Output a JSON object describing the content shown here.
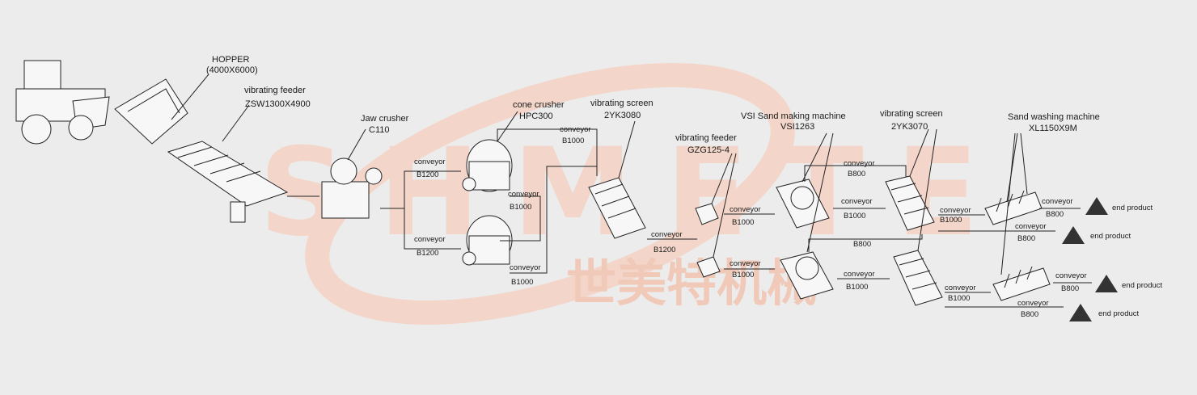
{
  "watermark": {
    "brand_latin": "SHMETE",
    "brand_cn": "世美特机械",
    "color": "#f0c9b8"
  },
  "labels": {
    "hopper": "HOPPER",
    "hopper_size": "(4000X6000)",
    "vibrating_feeder_1": "vibrating feeder",
    "vibrating_feeder_1_model": "ZSW1300X4900",
    "jaw_crusher": "Jaw crusher",
    "jaw_crusher_model": "C110",
    "cone_crusher": "cone crusher",
    "cone_crusher_model": "HPC300",
    "vibrating_screen_1": "vibrating screen",
    "vibrating_screen_1_model": "2YK3080",
    "vibrating_feeder_2": "vibrating feeder",
    "vibrating_feeder_2_model": "GZG125-4",
    "vsi": "VSI Sand making machine",
    "vsi_model": "VSI1263",
    "vibrating_screen_2": "vibrating screen",
    "vibrating_screen_2_model": "2YK3070",
    "sand_washing": "Sand washing machine",
    "sand_washing_model": "XL1150X9M"
  },
  "conveyors": {
    "word": "conveyor",
    "c1": "B1200",
    "c2": "B1200",
    "c3": "B1000",
    "c4": "B1000",
    "c5": "B1000",
    "c6": "B1200",
    "c7": "B1000",
    "c8": "B1000",
    "c9": "B800",
    "c10": "B1000",
    "c11": "B1000",
    "c12": "B800",
    "c13": "B1000",
    "c14": "B1000",
    "c15": "B800",
    "c16": "B800",
    "c17": "B800",
    "c18": "B800"
  },
  "end_product": "end product"
}
